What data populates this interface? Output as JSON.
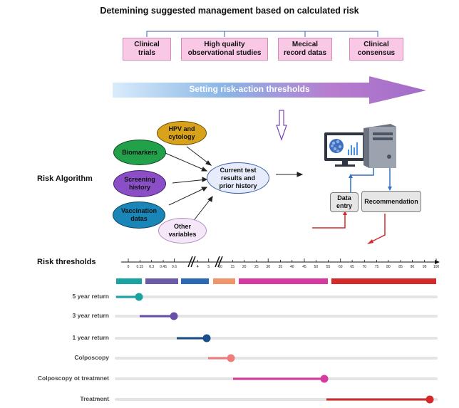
{
  "title": "Detemining suggested management based on calculated risk",
  "sources": [
    {
      "label": "Clinical\ntrials"
    },
    {
      "label": "High quality\nobservational  studies"
    },
    {
      "label": "Mecical\nrecord datas"
    },
    {
      "label": "Clinical\nconsensus"
    }
  ],
  "threshold_arrow_label": "Setting risk-action thresholds",
  "risk_algorithm_label": "Risk Algorithm",
  "inputs": [
    {
      "label": "HPV and\ncytology",
      "color": "#d9a21b"
    },
    {
      "label": "Biomarkers",
      "color": "#22a04a"
    },
    {
      "label": "Screening\nhistory",
      "color": "#8a4fc7"
    },
    {
      "label": "Vaccination\ndatas",
      "color": "#1a86b8"
    },
    {
      "label": "Other\nvariables",
      "color": "#f5e6f8"
    }
  ],
  "center_node": "Current test\nresults and\nprior history",
  "data_entry": "Data\nentry",
  "recommendation": "Recommendation",
  "risk_thresholds_label": "Risk thresholds",
  "axis_ticks": [
    "0",
    "0.15",
    "0.3",
    "0.45",
    "0.6",
    "4",
    "5",
    "10",
    "15",
    "20",
    "25",
    "30",
    "35",
    "40",
    "45",
    "50",
    "55",
    "60",
    "65",
    "70",
    "75",
    "80",
    "85",
    "90",
    "95",
    "100"
  ],
  "color_bands": [
    "#1aa3a3",
    "#6a5aa8",
    "#2a6ab5",
    "#f0956a",
    "#d63aa0",
    "#d42a2a"
  ],
  "rows": [
    {
      "label": "5 year return",
      "color": "#1aa3a3"
    },
    {
      "label": "3 year return",
      "color": "#6a4fa8"
    },
    {
      "label": "1 year return",
      "color": "#1a4f8a"
    },
    {
      "label": "Colposcopy",
      "color": "#ef7d7d"
    },
    {
      "label": "Colposcopy ot treatmnet",
      "color": "#d63aa0"
    },
    {
      "label": "Treatment",
      "color": "#d42a2a"
    }
  ]
}
